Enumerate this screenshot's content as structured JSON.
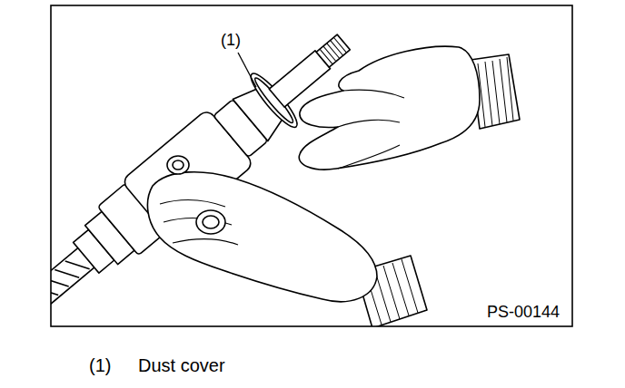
{
  "diagram": {
    "labels": [
      "(1)",
      "PS-00144",
      "(1)",
      "Dust cover"
    ]
  }
}
